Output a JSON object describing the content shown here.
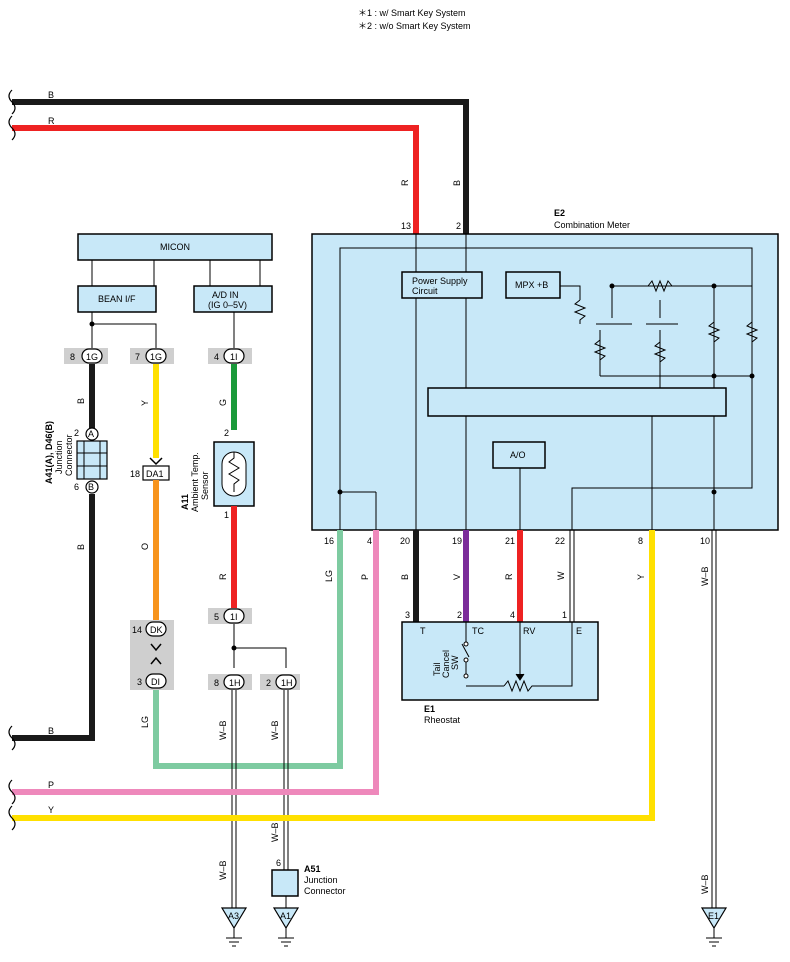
{
  "notes": [
    "＊1 : w/ Smart Key System",
    "＊2 : w/o Smart Key System"
  ],
  "colors": {
    "B": "#1a1a1a",
    "R": "#ee2222",
    "Y": "#ffe000",
    "P": "#ee88bb",
    "LG": "#7ecba1",
    "G": "#1a9a3a",
    "V": "#7b2c9a",
    "O": "#f7941d",
    "W-B": "#ffffff",
    "W": "#ffffff",
    "box": "#c8e8f8",
    "connector": "#cfcfcf"
  },
  "left_wires": {
    "b_top": "B",
    "r_top": "R",
    "b_bottom": "B",
    "p": "P",
    "y": "Y"
  },
  "micon": {
    "label": "MICON",
    "bean": "BEAN I/F",
    "ad_line1": "A/D IN",
    "ad_line2": "(IG 0–5V)"
  },
  "conn_1g_a": {
    "pin": "8",
    "code": "1G"
  },
  "conn_1g_b": {
    "pin": "7",
    "code": "1G"
  },
  "conn_1i_top": {
    "pin": "4",
    "code": "1I"
  },
  "conn_1i_bot": {
    "pin": "5",
    "code": "1I"
  },
  "conn_da1": {
    "pin": "18",
    "code": "DA1"
  },
  "conn_dk": {
    "pin": "14",
    "code": "DK"
  },
  "conn_di": {
    "pin": "3",
    "code": "DI"
  },
  "conn_1h_a": {
    "pin": "8",
    "code": "1H"
  },
  "conn_1h_b": {
    "pin": "2",
    "code": "1H"
  },
  "junction_a41": {
    "code": "A41(A), D46(B)",
    "name1": "Junction",
    "name2": "Connector",
    "pin_top": "2",
    "letter_top": "A",
    "pin_bot": "6",
    "letter_bot": "B"
  },
  "sensor": {
    "code": "A11",
    "name1": "Ambient Temp.",
    "name2": "Sensor",
    "pin_top": "2",
    "pin_bot": "1"
  },
  "wire_labels": {
    "b_left": "B",
    "y_left": "Y",
    "o_left": "O",
    "lg_left": "LG",
    "g_mid": "G",
    "r_mid": "R",
    "wb_a": "W–B",
    "wb_b": "W–B",
    "wb_c": "W–B",
    "wb_d": "W–B",
    "r_top": "R",
    "b_top": "B",
    "wb_e1": "W–B",
    "b_bot_left": "B"
  },
  "e2": {
    "code": "E2",
    "name": "Combination Meter",
    "pin_r": "13",
    "pin_b": "2",
    "psc1": "Power Supply",
    "psc2": "Circuit",
    "mpx": "MPX +B",
    "ao": "A/O",
    "bottom_pins": [
      "16",
      "4",
      "20",
      "19",
      "21",
      "22",
      "8",
      "10"
    ],
    "bottom_labels": [
      "LG",
      "P",
      "B",
      "V",
      "R",
      "W",
      "Y",
      "W–B"
    ]
  },
  "e1": {
    "code": "E1",
    "name": "Rheostat",
    "pins": [
      "3",
      "2",
      "4",
      "1"
    ],
    "terms": [
      "T",
      "TC",
      "RV",
      "E"
    ],
    "sw1": "Tail",
    "sw2": "Cancel",
    "sw3": "SW"
  },
  "a51": {
    "code": "A51",
    "name1": "Junction",
    "name2": "Connector",
    "pin": "6",
    "wire": "W–B"
  },
  "grounds": [
    "A3",
    "A1",
    "E1"
  ]
}
